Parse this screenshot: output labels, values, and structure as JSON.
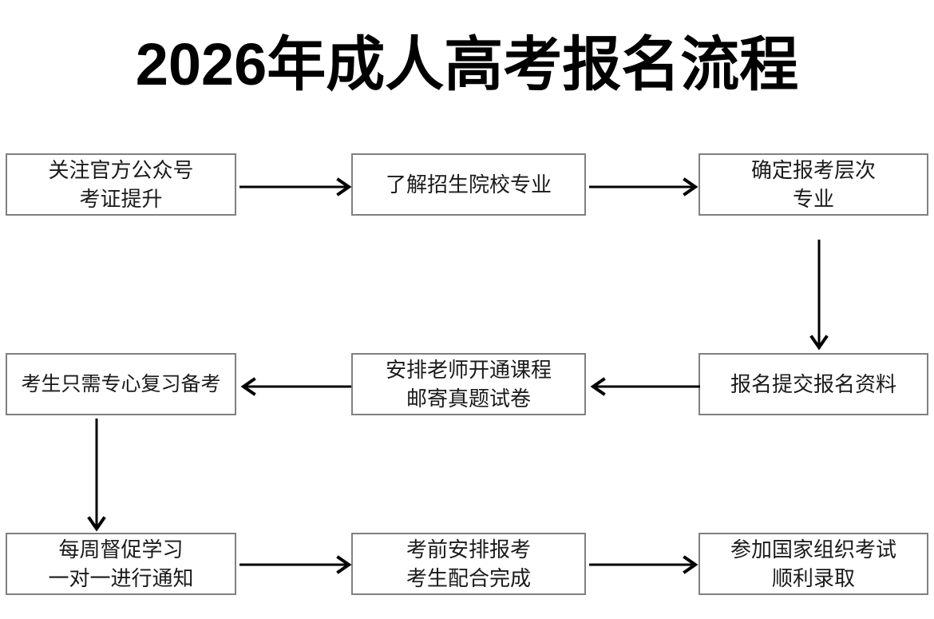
{
  "page": {
    "title": "2026年成人高考报名流程",
    "background_color": "#ffffff",
    "box_border_color": "#808080",
    "arrow_color": "#000000",
    "text_color": "#1a1a1a"
  },
  "chart_data": {
    "type": "diagram",
    "diagram_kind": "flowchart",
    "title": "2026年成人高考报名流程",
    "nodes": [
      {
        "id": "n1",
        "row": 1,
        "col": 1,
        "lines": [
          "关注官方公众号",
          "考证提升"
        ]
      },
      {
        "id": "n2",
        "row": 1,
        "col": 2,
        "lines": [
          "了解招生院校专业"
        ]
      },
      {
        "id": "n3",
        "row": 1,
        "col": 3,
        "lines": [
          "确定报考层次",
          "专业"
        ]
      },
      {
        "id": "n4",
        "row": 2,
        "col": 1,
        "lines": [
          "考生只需专心复习备考"
        ]
      },
      {
        "id": "n5",
        "row": 2,
        "col": 2,
        "lines": [
          "安排老师开通课程",
          "邮寄真题试卷"
        ]
      },
      {
        "id": "n6",
        "row": 2,
        "col": 3,
        "lines": [
          "报名提交报名资料"
        ]
      },
      {
        "id": "n7",
        "row": 3,
        "col": 1,
        "lines": [
          "每周督促学习",
          "一对一进行通知"
        ]
      },
      {
        "id": "n8",
        "row": 3,
        "col": 2,
        "lines": [
          "考前安排报考",
          "考生配合完成"
        ]
      },
      {
        "id": "n9",
        "row": 3,
        "col": 3,
        "lines": [
          "参加国家组织考试",
          "顺利录取"
        ]
      }
    ],
    "edges": [
      {
        "from": "n1",
        "to": "n2",
        "direction": "right"
      },
      {
        "from": "n2",
        "to": "n3",
        "direction": "right"
      },
      {
        "from": "n3",
        "to": "n6",
        "direction": "down"
      },
      {
        "from": "n6",
        "to": "n5",
        "direction": "left"
      },
      {
        "from": "n5",
        "to": "n4",
        "direction": "left"
      },
      {
        "from": "n4",
        "to": "n7",
        "direction": "down"
      },
      {
        "from": "n7",
        "to": "n8",
        "direction": "right"
      },
      {
        "from": "n8",
        "to": "n9",
        "direction": "right"
      }
    ]
  },
  "nodes": {
    "n1": {
      "l1": "关注官方公众号",
      "l2": "考证提升"
    },
    "n2": {
      "l1": "了解招生院校专业"
    },
    "n3": {
      "l1": "确定报考层次",
      "l2": "专业"
    },
    "n4": {
      "l1": "考生只需专心复习备考"
    },
    "n5": {
      "l1": "安排老师开通课程",
      "l2": "邮寄真题试卷"
    },
    "n6": {
      "l1": "报名提交报名资料"
    },
    "n7": {
      "l1": "每周督促学习",
      "l2": "一对一进行通知"
    },
    "n8": {
      "l1": "考前安排报考",
      "l2": "考生配合完成"
    },
    "n9": {
      "l1": "参加国家组织考试",
      "l2": "顺利录取"
    }
  }
}
